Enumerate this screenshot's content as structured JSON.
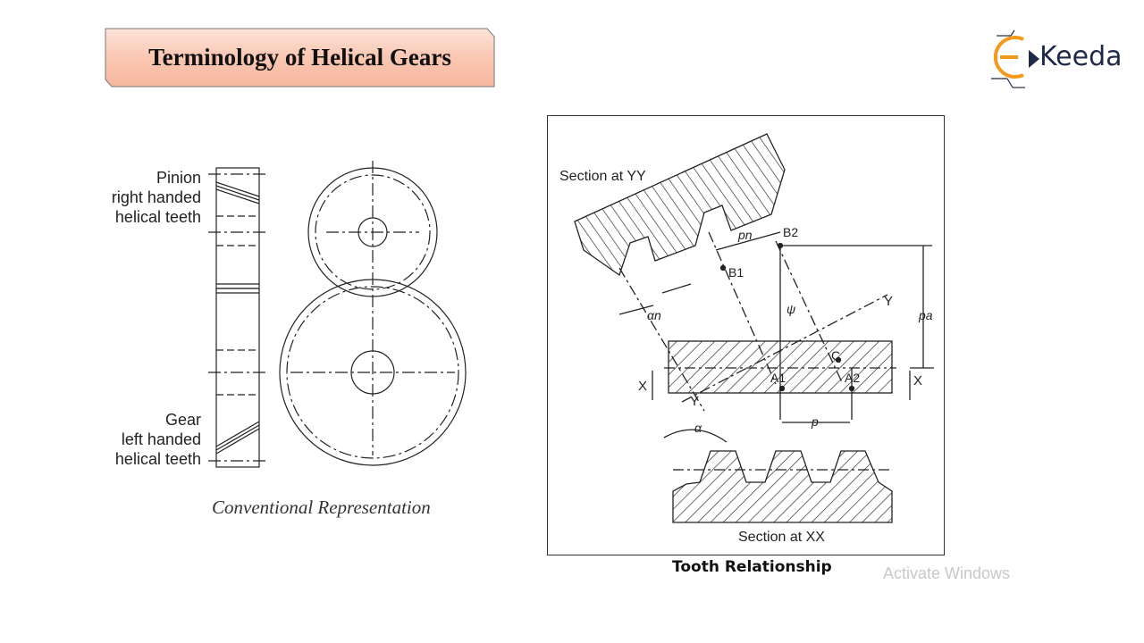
{
  "title": "Terminology of Helical Gears",
  "logo": {
    "brand": "Keeda",
    "accent": "#f39a1c",
    "dark": "#1f2a4a"
  },
  "left_figure": {
    "pinion_label": [
      "Pinion",
      "right handed",
      "helical teeth"
    ],
    "gear_label": [
      "Gear",
      "left handed",
      "helical teeth"
    ],
    "caption": "Conventional Representation"
  },
  "right_figure": {
    "section_yy": "Section at YY",
    "section_xx": "Section at XX",
    "caption": "Tooth Relationship",
    "symbols": {
      "pn": "pn",
      "b1": "B1",
      "b2": "B2",
      "psi": "ψ",
      "pa": "pa",
      "alpha_n": "αn",
      "alpha": "α",
      "c": "C",
      "a1": "A1",
      "a2": "A2",
      "p": "p",
      "x": "X",
      "y": "Y"
    }
  },
  "watermark": "Activate Windows",
  "colors": {
    "title_fill": "#f8c9b6",
    "title_stroke": "#555555"
  }
}
